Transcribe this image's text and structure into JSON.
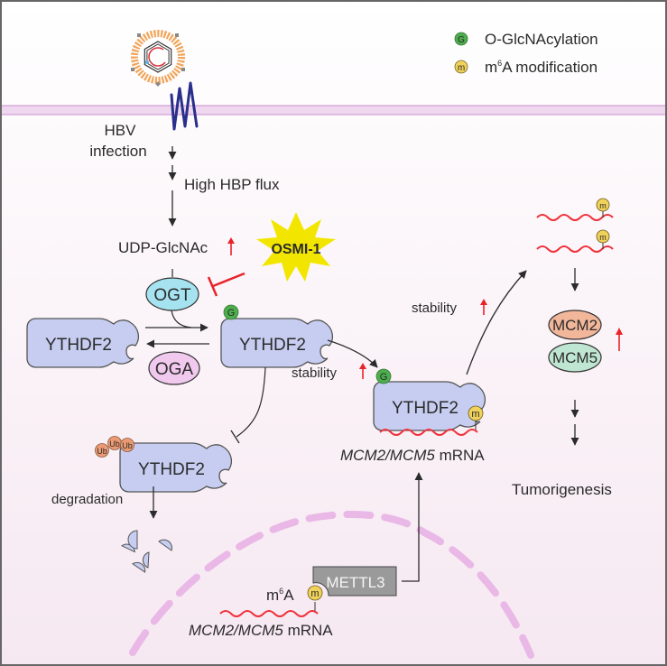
{
  "legend": {
    "items": [
      {
        "symbol": "G",
        "label": "O-GlcNAcylation",
        "color": "#4cae4c"
      },
      {
        "symbol": "m",
        "label": "m⁶A modification",
        "color": "#f0d25a"
      }
    ],
    "m6a_prefix": "m",
    "m6a_sup": "6",
    "m6a_suffix": "A modification"
  },
  "membrane": {
    "virus_label_line1": "HBV",
    "virus_label_line2": "infection"
  },
  "pathway": {
    "hbp_flux": "High HBP flux",
    "udp": "UDP-GlcNAc",
    "inhibitor": "OSMI-1",
    "ogt": "OGT",
    "oga": "OGA",
    "ythdf2": "YTHDF2",
    "glyco_badge": "G",
    "m6a_badge": "m",
    "ub_badge": "Ub",
    "stability": "stability",
    "degradation": "degradation",
    "mrna_gene": "MCM2/MCM5",
    "mrna_suffix": " mRNA",
    "mcm2": "MCM2",
    "mcm5": "MCM5",
    "outcome": "Tumorigenesis",
    "nucleus_m6a_prefix": "m",
    "nucleus_m6a_sup": "6",
    "nucleus_m6a_suffix": "A",
    "writer": "METTL3"
  },
  "colors": {
    "background_top": "#ffffff",
    "background_bottom": "#f6e8f1",
    "membrane": "#eed7ef",
    "membrane_edge": "#c98fcf",
    "receptor": "#2a2f8c",
    "protein_fill": "#c6cdf0",
    "protein_stroke": "#555555",
    "ogt_fill": "#a6e3f0",
    "oga_fill": "#f2c9ee",
    "mcm2_fill": "#f2b69a",
    "mcm5_fill": "#bfe6d2",
    "mrna": "#f0303a",
    "up_arrow": "#e8232a",
    "inhibitor_star": "#f2e600",
    "inhibit_bar": "#e8232a",
    "g_badge": "#4cae4c",
    "m_badge": "#f0d25a",
    "ub_badge": "#eb9a73",
    "mettl3": "#9a9a9a",
    "nucleus_dash": "#eab8e6"
  }
}
